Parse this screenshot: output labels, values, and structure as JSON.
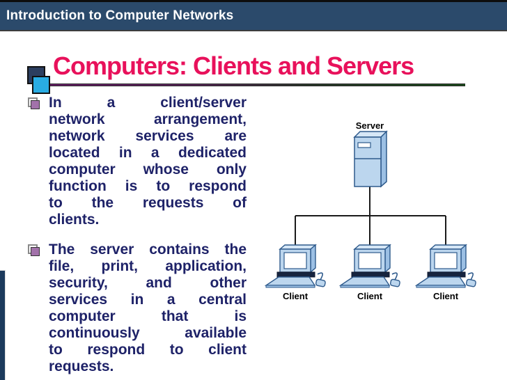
{
  "header": {
    "title": "Introduction to Computer Networks"
  },
  "slide": {
    "title": "Computers: Clients and Servers"
  },
  "body": {
    "bullets": [
      {
        "lines": [
          "In a client/server",
          "network arrangement,",
          "network services are",
          "located in a dedicated",
          "computer whose only",
          "function is to respond",
          "to the requests of",
          "clients."
        ]
      },
      {
        "lines": [
          "The server contains the",
          "file, print, application,",
          "security, and other",
          "services in a central",
          "computer that is",
          "continuously available",
          "to respond to client",
          "requests."
        ]
      }
    ]
  },
  "diagram": {
    "server_label": "Server",
    "client_labels": [
      "Client",
      "Client",
      "Client"
    ]
  },
  "colors": {
    "header_bg": "#2b4a6b",
    "title_text": "#e8115b",
    "body_text": "#1e2268",
    "accent_square_navy": "#2c3e5f",
    "accent_square_cyan": "#29ace3",
    "bullet_purple": "#a272aa",
    "rule_purple": "#6b1f6b",
    "rule_green": "#1d501d",
    "computer_fill_front": "#bcd6ee",
    "computer_fill_side": "#9cc0e4",
    "computer_fill_top": "#d6e7f6",
    "computer_outline": "#2e5a8c",
    "computer_base_dark": "#16243f",
    "network_line": "#1a1a1a",
    "left_bar": "#1c3a5c"
  }
}
